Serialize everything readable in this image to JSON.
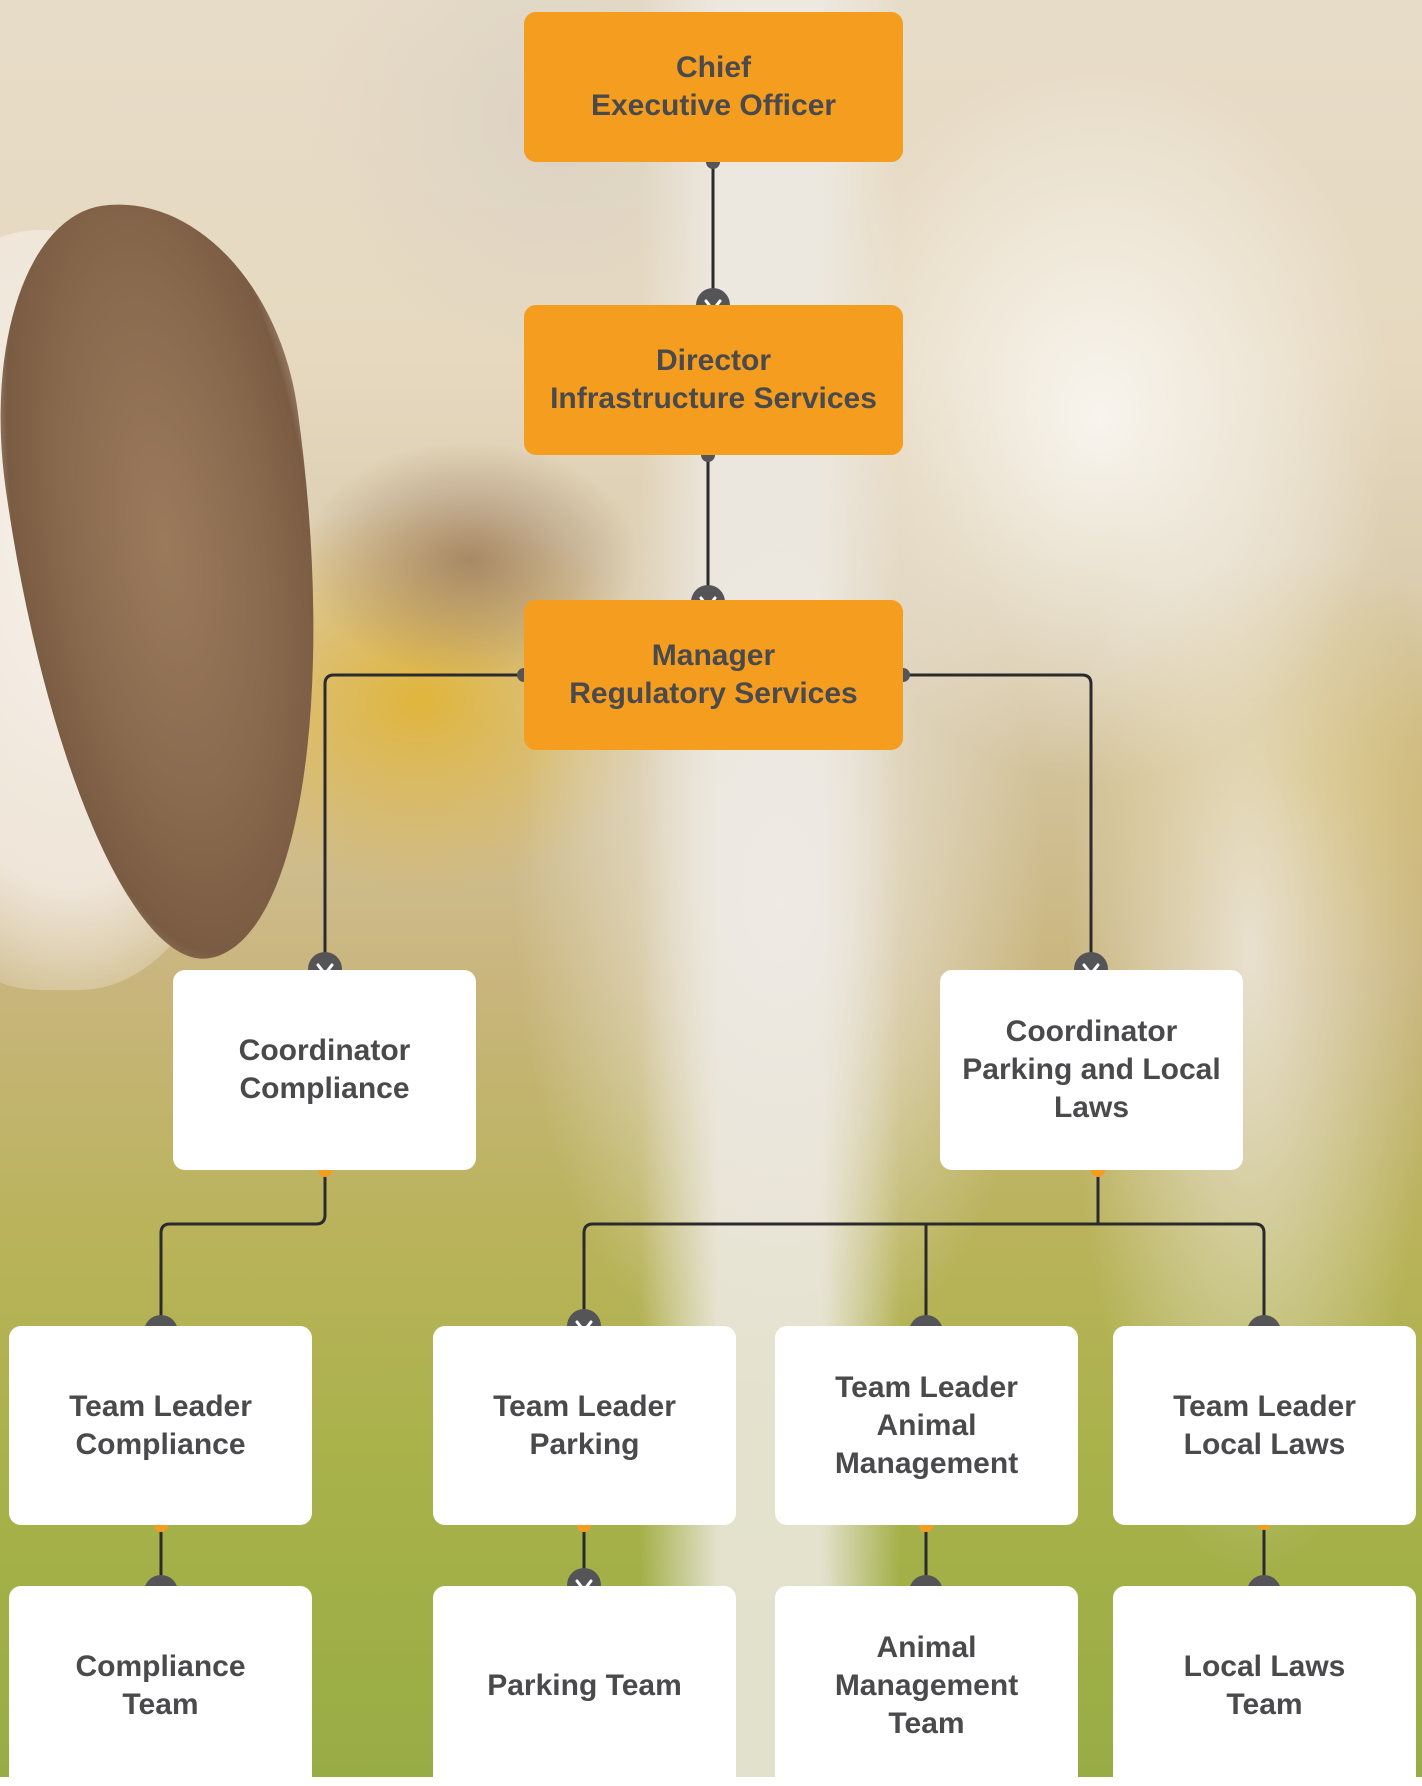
{
  "colors": {
    "primary_box": "#f59d1f",
    "secondary_box": "#ffffff",
    "text": "#4a4a4c",
    "connector_line": "#2b2b2d",
    "arrow_marker": "#555558",
    "orange_dot": "#f59d1f"
  },
  "icons": {
    "connector_arrow": "chevron-down-icon"
  },
  "org_chart": {
    "ceo": "Chief\nExecutive Officer",
    "director": "Director\nInfrastructure Services",
    "manager": "Manager\nRegulatory Services",
    "coordinator_compliance": "Coordinator\nCompliance",
    "coordinator_parking": "Coordinator\nParking and Local\nLaws",
    "team_leaders": [
      "Team Leader\nCompliance",
      "Team Leader\nParking",
      "Team Leader\nAnimal\nManagement",
      "Team Leader\nLocal Laws"
    ],
    "teams": [
      "Compliance\nTeam",
      "Parking Team",
      "Animal\nManagement\nTeam",
      "Local Laws\nTeam"
    ]
  }
}
